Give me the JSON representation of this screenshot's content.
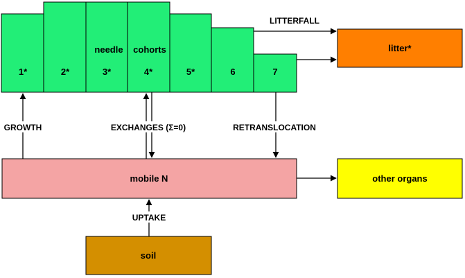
{
  "cohort_labels": [
    "1*",
    "2*",
    "3*",
    "4*",
    "5*",
    "6",
    "7"
  ],
  "cohort_title_word1": "needle",
  "cohort_title_word2": "cohorts",
  "boxes": {
    "litter": "litter*",
    "mobile_n": "mobile N",
    "other_organs": "other organs",
    "soil": "soil"
  },
  "flows": {
    "litterfall": "LITTERFALL",
    "growth": "GROWTH",
    "exchanges": "EXCHANGES (Σ=0)",
    "retranslocation": "RETRANSLOCATION",
    "uptake": "UPTAKE"
  },
  "colors": {
    "cohorts": "#22ee77",
    "litter": "#ff7f00",
    "mobile_n": "#f4a4a4",
    "other_organs": "#ffff00",
    "soil": "#d48f00",
    "stroke": "#000000"
  }
}
